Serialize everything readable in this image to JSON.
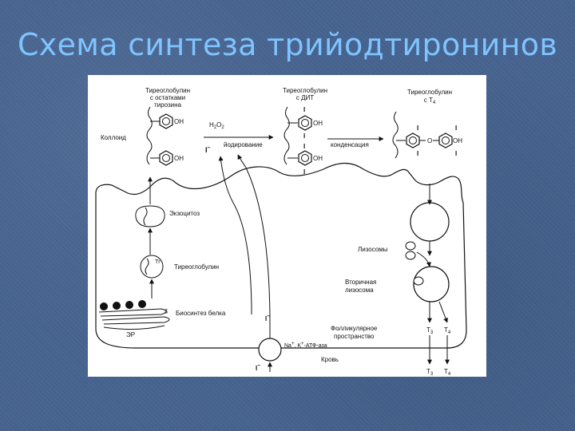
{
  "slide": {
    "title": "Схема синтеза трийодтиронинов"
  },
  "diagram": {
    "top_labels": {
      "tg_tyrosine_1": "Тиреоглобулин",
      "tg_tyrosine_2": "с остатками",
      "tg_tyrosine_3": "тирозина",
      "tg_dit_1": "Тиреоглобулин",
      "tg_dit_2": "с ДИТ",
      "tg_t4_1": "Тиреоглобулин",
      "tg_t4_2": "с Т",
      "tg_t4_sub": "4"
    },
    "colloid": "Коллоид",
    "h2o2": "H",
    "h2o2_sub1": "2",
    "h2o2_mid": "O",
    "h2o2_sub2": "2",
    "iodination": "йодирование",
    "condensation": "конденсация",
    "oh": "OH",
    "o": "O",
    "iodine": "I",
    "iodine_minus": "–",
    "exocytosis": "Экзоцитоз",
    "thyroglobulin": "Тиреоглобулин",
    "tg_abbr": "Tг",
    "protein_biosynthesis": "Биосинтез белка",
    "er": "ЭР",
    "lysosomes": "Лизосомы",
    "secondary_lysosome_1": "Вторичная",
    "secondary_lysosome_2": "лизосома",
    "follicular_space_1": "Фолликулярное",
    "follicular_space_2": "пространство",
    "atpase_prefix": "Na",
    "atpase_mid": ", K",
    "atpase_suffix": "-АТФ-аза",
    "plus": "+",
    "blood": "Кровь",
    "t3": "T",
    "t3_sub": "3",
    "t4": "T",
    "t4_sub": "4"
  }
}
